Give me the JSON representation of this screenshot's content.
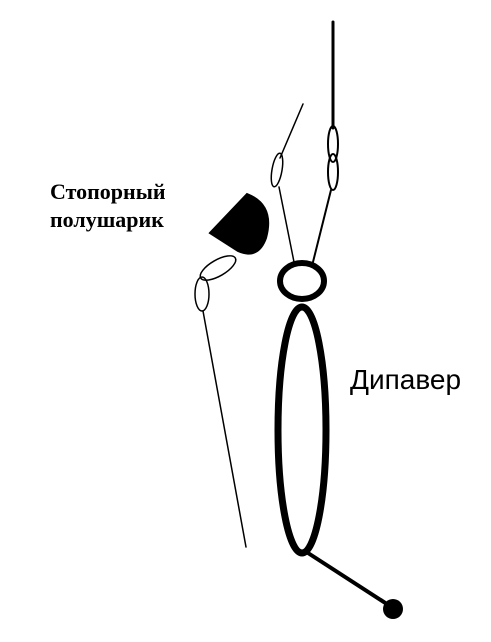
{
  "labels": {
    "stopper_line1": "Стопорный",
    "stopper_line2": "полушарик",
    "dipaver": "Дипавер"
  },
  "colors": {
    "ink": "#000000",
    "background": "#ffffff"
  }
}
